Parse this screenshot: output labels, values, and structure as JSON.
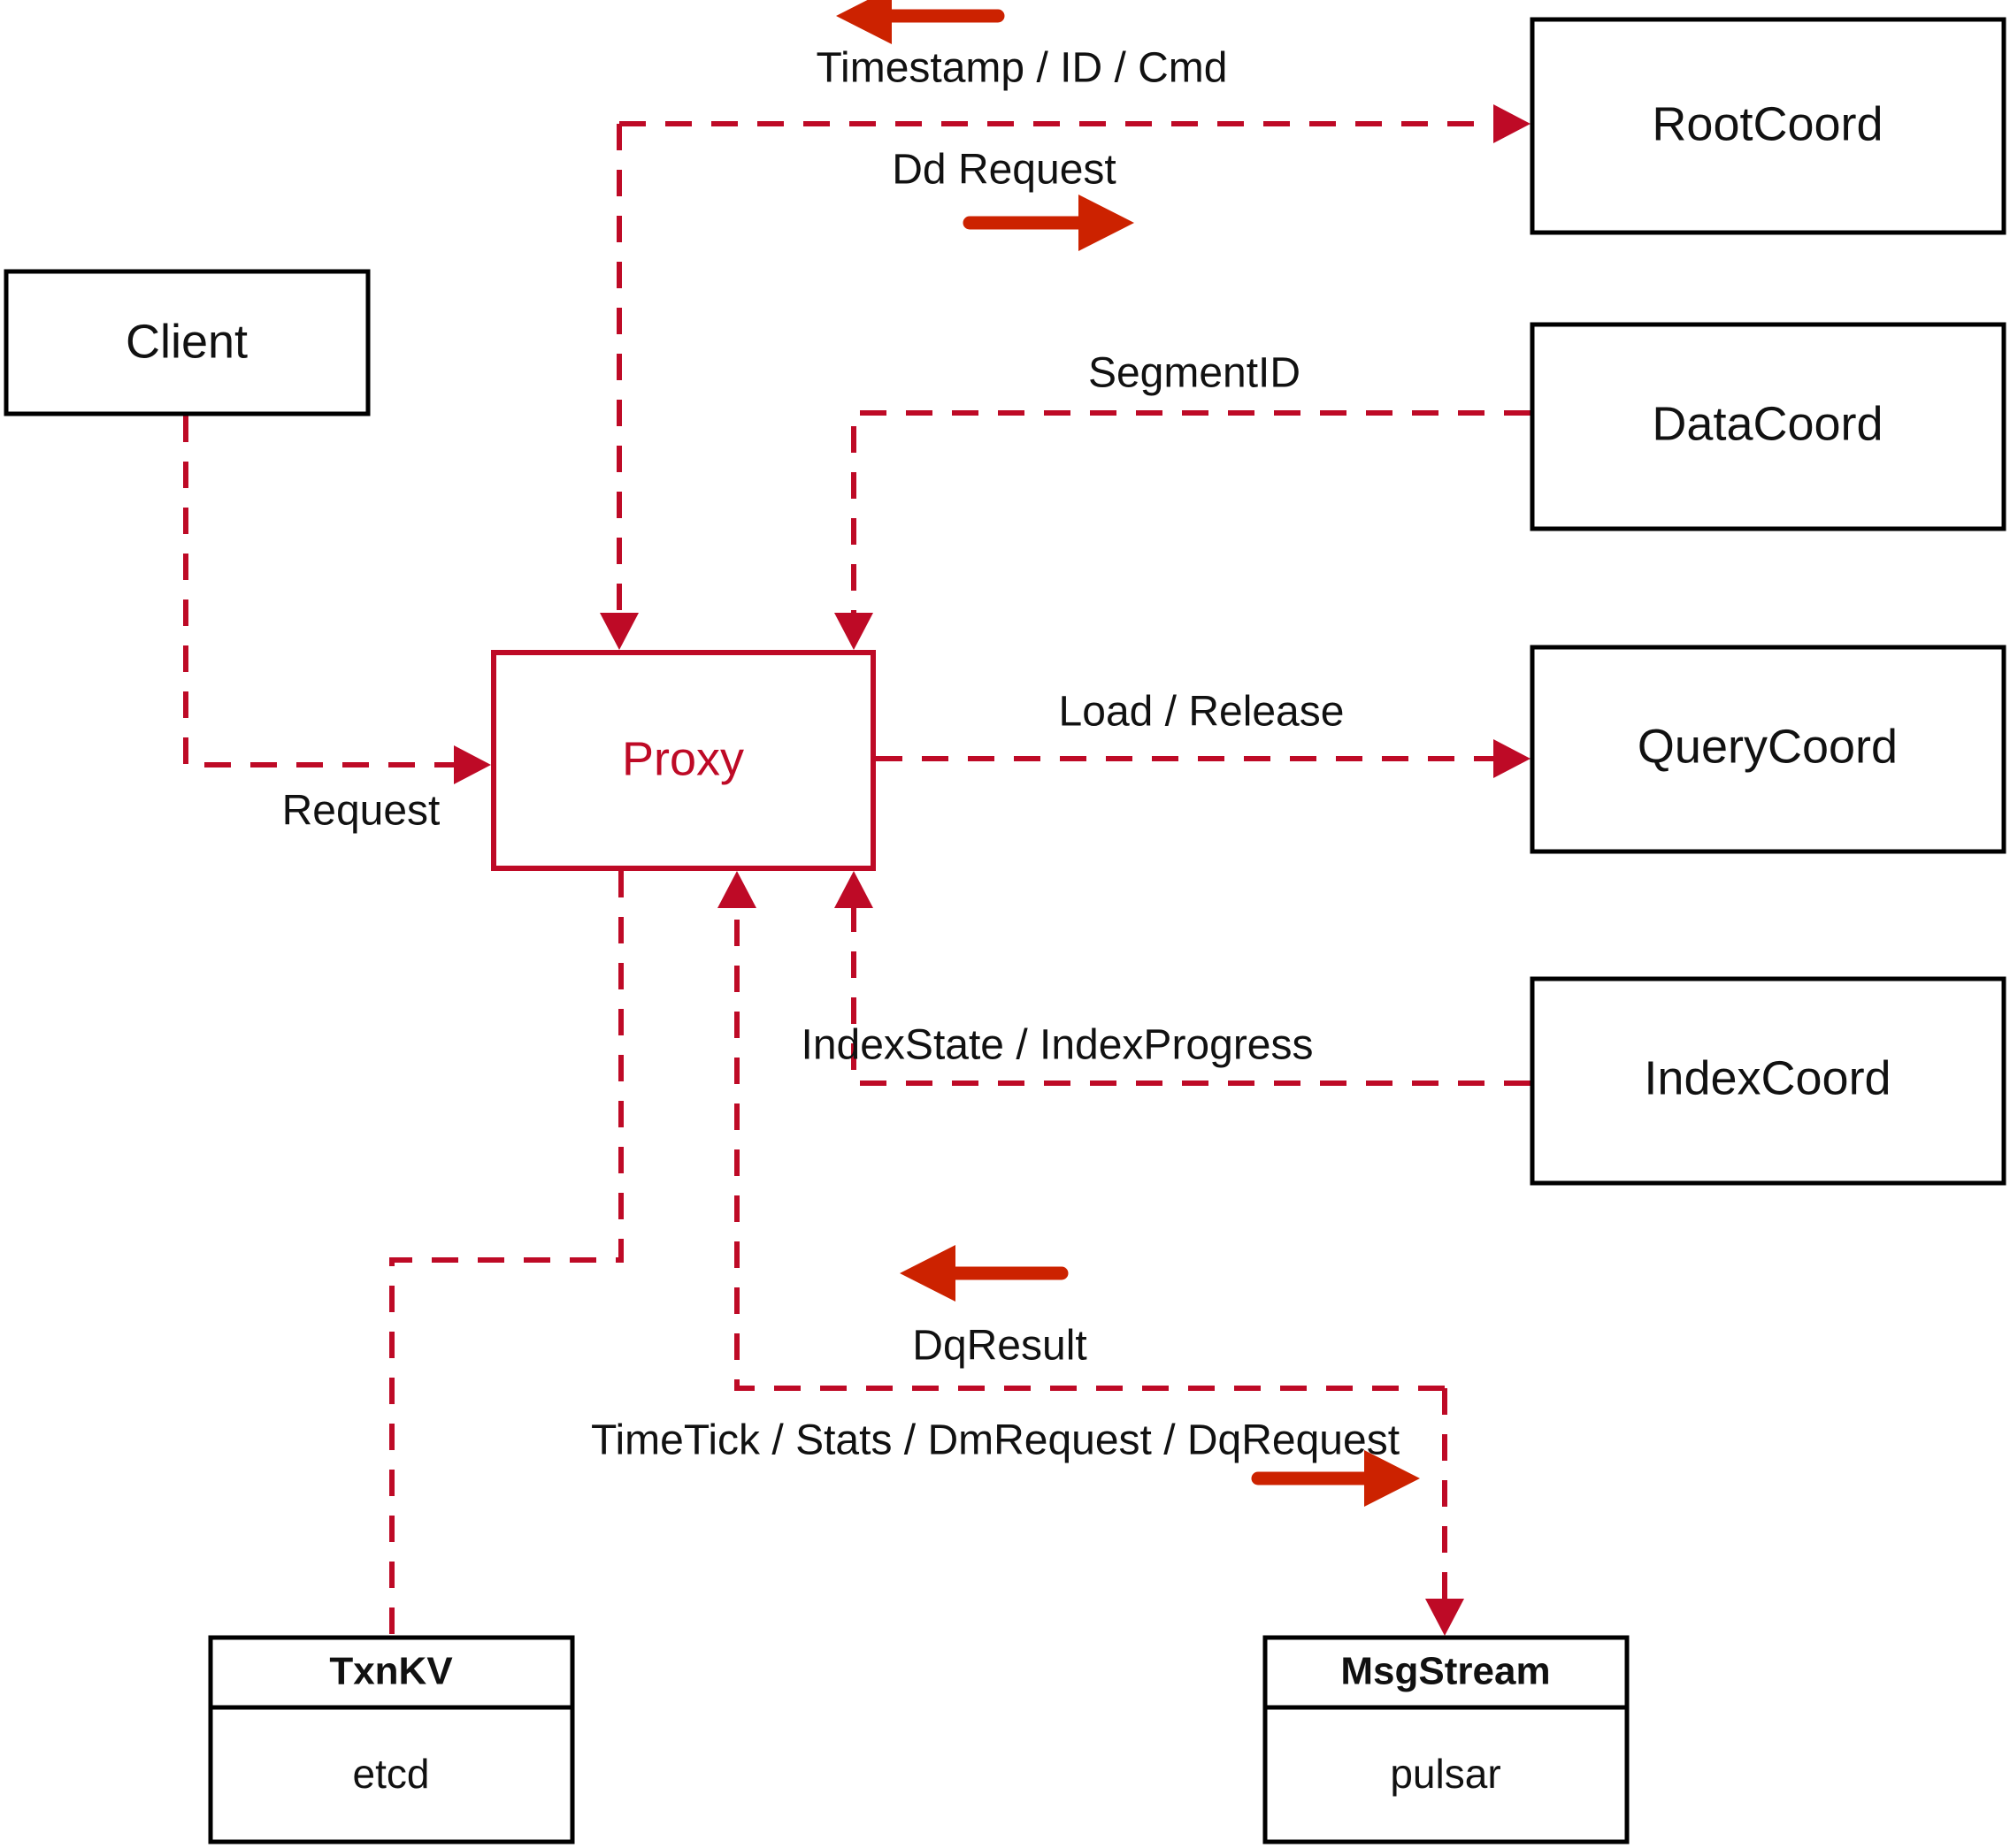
{
  "diagram": {
    "title": "Milvus Proxy interaction diagram",
    "colors": {
      "accent_red": "#BE0A26",
      "arrow_red": "#CC2200",
      "node_stroke": "#000000",
      "background": "#FFFFFF"
    },
    "nodes": [
      {
        "id": "client",
        "label": "Client",
        "style": "plain"
      },
      {
        "id": "proxy",
        "label": "Proxy",
        "style": "accent"
      },
      {
        "id": "rootcoord",
        "label": "RootCoord",
        "style": "plain"
      },
      {
        "id": "datacoord",
        "label": "DataCoord",
        "style": "plain"
      },
      {
        "id": "querycoord",
        "label": "QueryCoord",
        "style": "plain"
      },
      {
        "id": "indexcoord",
        "label": "IndexCoord",
        "style": "plain"
      },
      {
        "id": "txnkv",
        "label": "TxnKV",
        "sub": "etcd",
        "style": "stacked"
      },
      {
        "id": "msgstream",
        "label": "MsgStream",
        "sub": "pulsar",
        "style": "stacked"
      }
    ],
    "edges": [
      {
        "id": "client-proxy",
        "label": "Request",
        "from": "client",
        "to": "proxy"
      },
      {
        "id": "proxy-rootcoord",
        "label": "Dd Request",
        "from": "proxy",
        "to": "rootcoord"
      },
      {
        "id": "rootcoord-proxy",
        "label": "Timestamp / ID / Cmd",
        "from": "rootcoord",
        "to": "proxy"
      },
      {
        "id": "datacoord-proxy",
        "label": "SegmentID",
        "from": "datacoord",
        "to": "proxy"
      },
      {
        "id": "proxy-querycoord",
        "label": "Load / Release",
        "from": "proxy",
        "to": "querycoord"
      },
      {
        "id": "indexcoord-proxy",
        "label": "IndexState / IndexProgress",
        "from": "indexcoord",
        "to": "proxy"
      },
      {
        "id": "msgstream-proxy",
        "label": "DqResult",
        "from": "msgstream",
        "to": "proxy"
      },
      {
        "id": "proxy-msgstream",
        "label": "TimeTick / Stats / DmRequest / DqRequest",
        "from": "proxy",
        "to": "msgstream"
      },
      {
        "id": "proxy-txnkv",
        "label": "",
        "from": "proxy",
        "to": "txnkv"
      }
    ]
  }
}
